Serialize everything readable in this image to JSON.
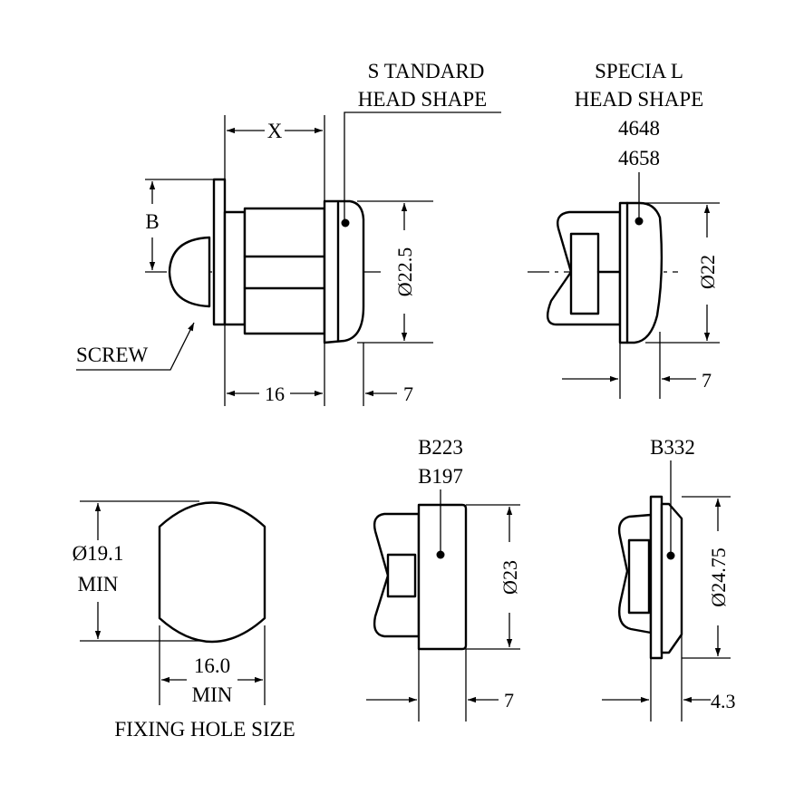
{
  "labels": {
    "standard_head_1": "S TANDARD",
    "standard_head_2": "HEAD SHAPE",
    "special_head_1": "SPECIA L",
    "special_head_2": "HEAD SHAPE",
    "special_code_1": "4648",
    "special_code_2": "4658",
    "screw": "SCREW",
    "b223": "B223",
    "b197": "B197",
    "b332": "B332",
    "fixing_hole": "FIXING HOLE SIZE"
  },
  "dimensions": {
    "x": "X",
    "b": "B",
    "d22_5": "Ø22.5",
    "len16": "16",
    "head7_standard": "7",
    "d22": "Ø22",
    "head7_special": "7",
    "d19_1": "Ø19.1",
    "d19_1_min": "MIN",
    "w16_0": "16.0",
    "w16_0_min": "MIN",
    "d23": "Ø23",
    "head7_b223": "7",
    "d24_75": "Ø24.75",
    "head4_3": "4.3"
  }
}
